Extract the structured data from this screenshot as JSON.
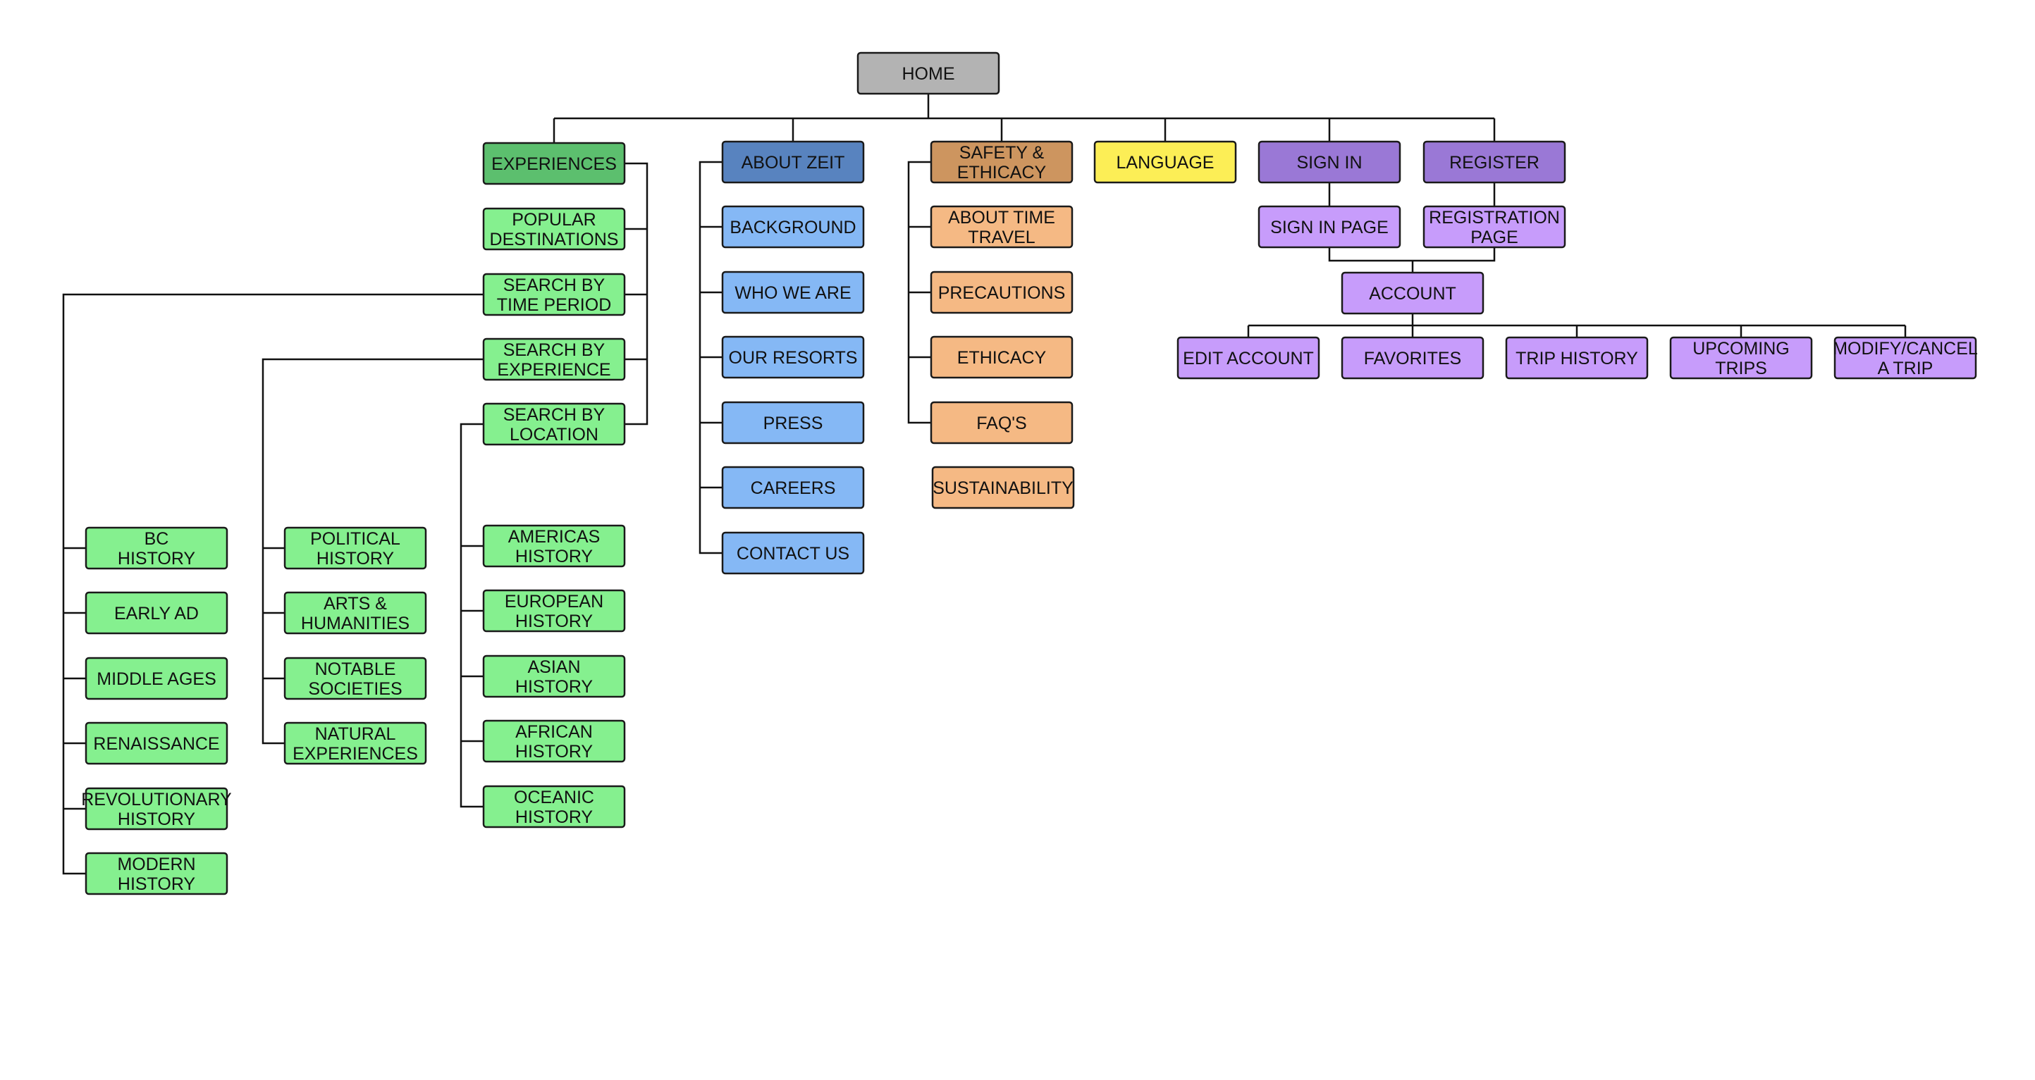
{
  "colors": {
    "home": "#b3b3b3",
    "experiences_header": "#5cbf6e",
    "experiences": "#85f08f",
    "about_header": "#5883bf",
    "about": "#85b8f5",
    "safety_header": "#cd955f",
    "safety": "#f5b984",
    "language": "#fcee56",
    "account_header": "#9a78d6",
    "account": "#c79cfb"
  },
  "nodes": {
    "home": {
      "lines": [
        "HOME"
      ],
      "color": "home"
    },
    "experiences": {
      "lines": [
        "EXPERIENCES"
      ],
      "color": "experiences_header"
    },
    "popular": {
      "lines": [
        "POPULAR",
        "DESTINATIONS"
      ],
      "color": "experiences"
    },
    "by_time": {
      "lines": [
        "SEARCH BY",
        "TIME PERIOD"
      ],
      "color": "experiences"
    },
    "by_exp": {
      "lines": [
        "SEARCH BY",
        "EXPERIENCE"
      ],
      "color": "experiences"
    },
    "by_loc": {
      "lines": [
        "SEARCH BY",
        "LOCATION"
      ],
      "color": "experiences"
    },
    "bc": {
      "lines": [
        "BC",
        "HISTORY"
      ],
      "color": "experiences"
    },
    "early_ad": {
      "lines": [
        "EARLY AD"
      ],
      "color": "experiences"
    },
    "middle_ages": {
      "lines": [
        "MIDDLE AGES"
      ],
      "color": "experiences"
    },
    "renaissance": {
      "lines": [
        "RENAISSANCE"
      ],
      "color": "experiences"
    },
    "revolutionary": {
      "lines": [
        "REVOLUTIONARY",
        "HISTORY"
      ],
      "color": "experiences"
    },
    "modern": {
      "lines": [
        "MODERN",
        "HISTORY"
      ],
      "color": "experiences"
    },
    "political": {
      "lines": [
        "POLITICAL",
        "HISTORY"
      ],
      "color": "experiences"
    },
    "arts": {
      "lines": [
        "ARTS &",
        "HUMANITIES"
      ],
      "color": "experiences"
    },
    "notable": {
      "lines": [
        "NOTABLE",
        "SOCIETIES"
      ],
      "color": "experiences"
    },
    "natural": {
      "lines": [
        "NATURAL",
        "EXPERIENCES"
      ],
      "color": "experiences"
    },
    "americas": {
      "lines": [
        "AMERICAS",
        "HISTORY"
      ],
      "color": "experiences"
    },
    "european": {
      "lines": [
        "EUROPEAN",
        "HISTORY"
      ],
      "color": "experiences"
    },
    "asian": {
      "lines": [
        "ASIAN",
        "HISTORY"
      ],
      "color": "experiences"
    },
    "african": {
      "lines": [
        "AFRICAN",
        "HISTORY"
      ],
      "color": "experiences"
    },
    "oceanic": {
      "lines": [
        "OCEANIC",
        "HISTORY"
      ],
      "color": "experiences"
    },
    "about": {
      "lines": [
        "ABOUT ZEIT"
      ],
      "color": "about_header"
    },
    "background": {
      "lines": [
        "BACKGROUND"
      ],
      "color": "about"
    },
    "who": {
      "lines": [
        "WHO WE ARE"
      ],
      "color": "about"
    },
    "resorts": {
      "lines": [
        "OUR RESORTS"
      ],
      "color": "about"
    },
    "press": {
      "lines": [
        "PRESS"
      ],
      "color": "about"
    },
    "careers": {
      "lines": [
        "CAREERS"
      ],
      "color": "about"
    },
    "contact": {
      "lines": [
        "CONTACT US"
      ],
      "color": "about"
    },
    "safety": {
      "lines": [
        "SAFETY &",
        "ETHICACY"
      ],
      "color": "safety_header"
    },
    "about_tt": {
      "lines": [
        "ABOUT TIME",
        "TRAVEL"
      ],
      "color": "safety"
    },
    "precautions": {
      "lines": [
        "PRECAUTIONS"
      ],
      "color": "safety"
    },
    "ethicacy": {
      "lines": [
        "ETHICACY"
      ],
      "color": "safety"
    },
    "faqs": {
      "lines": [
        "FAQ'S"
      ],
      "color": "safety"
    },
    "sustainability": {
      "lines": [
        "SUSTAINABILITY"
      ],
      "color": "safety"
    },
    "language": {
      "lines": [
        "LANGUAGE"
      ],
      "color": "language"
    },
    "sign_in": {
      "lines": [
        "SIGN IN"
      ],
      "color": "account_header"
    },
    "register": {
      "lines": [
        "REGISTER"
      ],
      "color": "account_header"
    },
    "sign_in_page": {
      "lines": [
        "SIGN IN PAGE"
      ],
      "color": "account"
    },
    "registration_page": {
      "lines": [
        "REGISTRATION",
        "PAGE"
      ],
      "color": "account"
    },
    "account": {
      "lines": [
        "ACCOUNT"
      ],
      "color": "account"
    },
    "edit_account": {
      "lines": [
        "EDIT ACCOUNT"
      ],
      "color": "account"
    },
    "favorites": {
      "lines": [
        "FAVORITES"
      ],
      "color": "account"
    },
    "trip_history": {
      "lines": [
        "TRIP HISTORY"
      ],
      "color": "account"
    },
    "upcoming": {
      "lines": [
        "UPCOMING",
        "TRIPS"
      ],
      "color": "account"
    },
    "modify": {
      "lines": [
        "MODIFY/CANCEL",
        "A TRIP"
      ],
      "color": "account"
    }
  }
}
